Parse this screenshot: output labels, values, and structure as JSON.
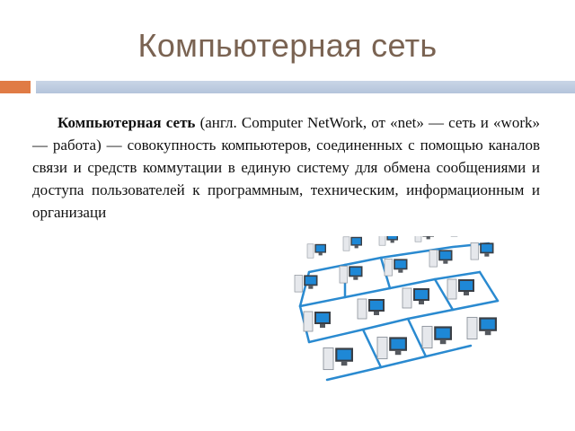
{
  "slide": {
    "title": "Компьютерная сеть",
    "text_bold": "Компьютерная сеть",
    "text_rest": " (англ. Computer NetWork, от «net» — сеть и «work» — работа) — совокупность компьютеров, соединенных с помощью каналов связи и средств коммутации в единую систему для обмена сообщениями и доступа пользователей к программным, техническим, информационным и организаци"
  },
  "colors": {
    "title": "#7a6352",
    "accent_orange": "#e07b45",
    "accent_blue": "#c9d5e6",
    "monitor_screen": "#1e88d6",
    "network_line": "#2a8ad0"
  },
  "image": {
    "icon": "computer-network-illustration"
  }
}
